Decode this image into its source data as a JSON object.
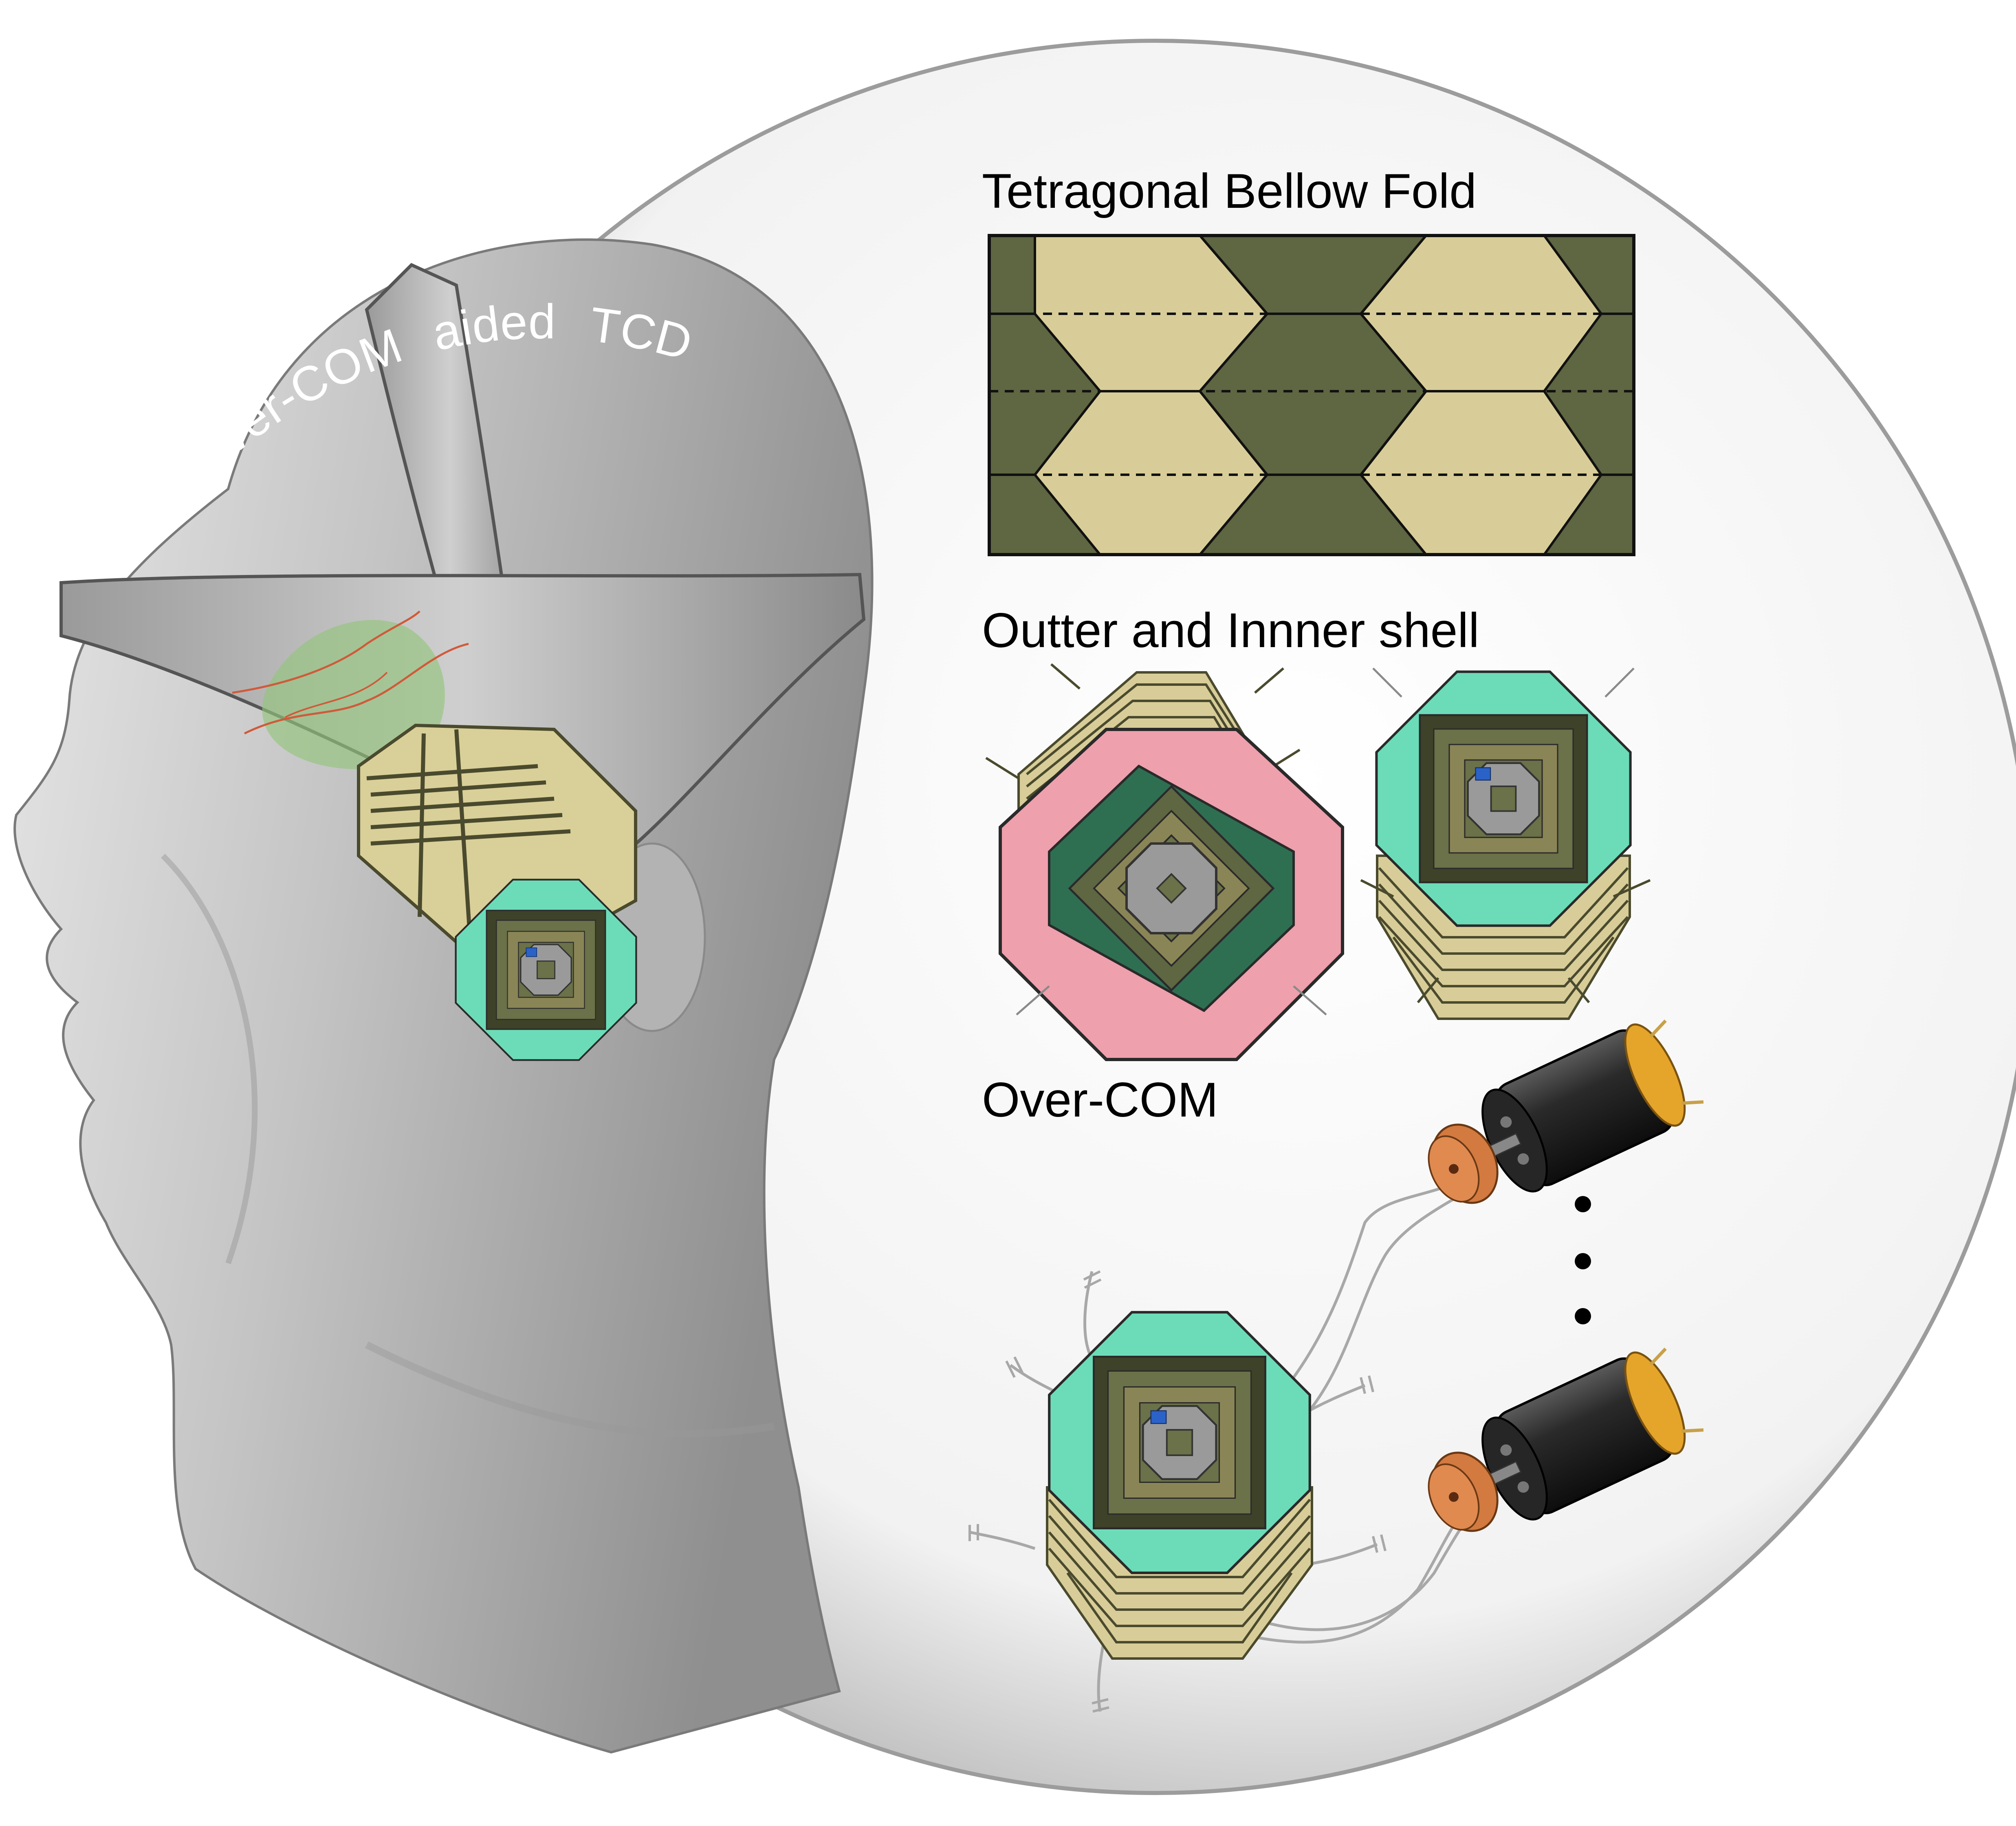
{
  "arc_title": {
    "word1": "Over-COM",
    "word2": "aided",
    "word3": "TCD"
  },
  "sections": {
    "bellow_fold": "Tetragonal Bellow Fold",
    "shells": "Outter and Innner shell",
    "overcom": "Over-COM"
  },
  "colors": {
    "bellow_dark": "#5e6642",
    "bellow_light": "#d8cd98",
    "teal_shell": "#6cdcb8",
    "pink_shell": "#eea0ac",
    "motor_body": "#1b1b1b",
    "motor_cap": "#e5a52a",
    "pulley": "#d27a40",
    "head_gray": "#b9b9b9"
  }
}
